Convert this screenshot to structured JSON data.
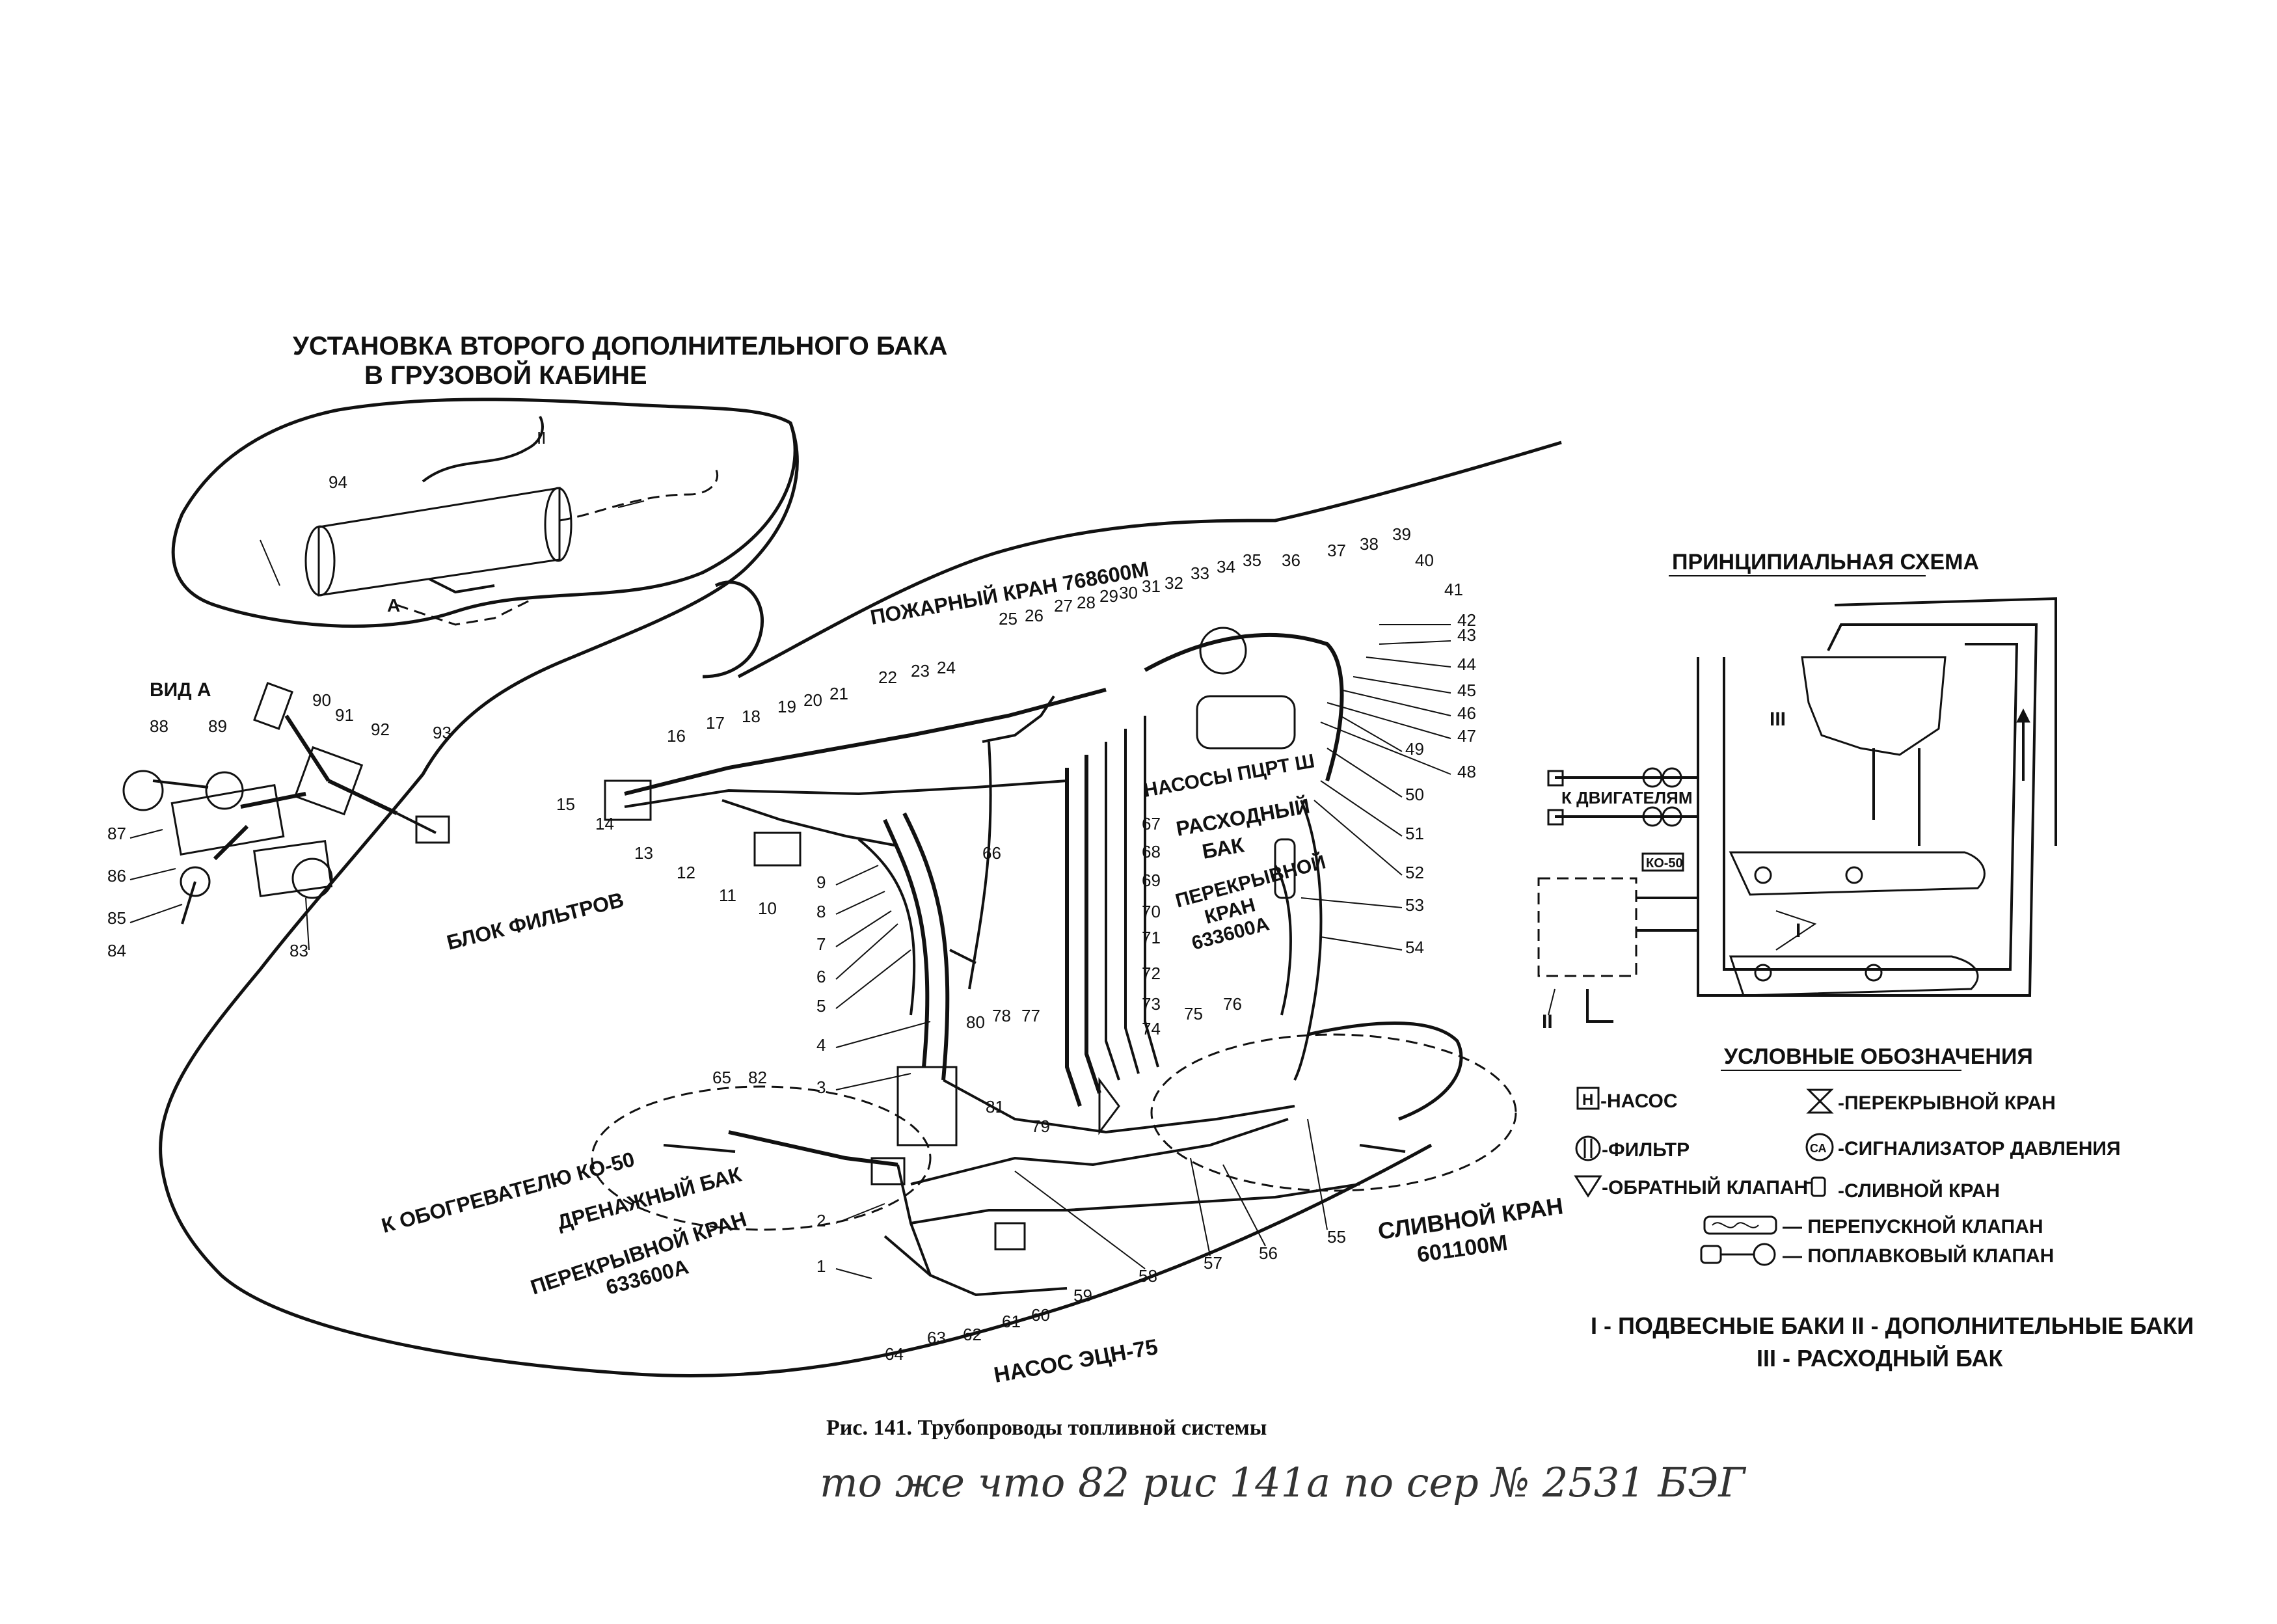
{
  "titles": {
    "install_line1": "УСТАНОВКА ВТОРОГО ДОПОЛНИТЕЛЬНОГО БАКА",
    "install_line2": "В ГРУЗОВОЙ КАБИНЕ",
    "view_a": "ВИД А",
    "principal_scheme": "ПРИНЦИПИАЛЬНАЯ СХЕМА",
    "legend_title": "УСЛОВНЫЕ ОБОЗНАЧЕНИЯ"
  },
  "labels": {
    "fire_valve": "ПОЖАРНЫЙ КРАН 768600М",
    "filter_block": "БЛОК ФИЛЬТРОВ",
    "pumps": "НАСОСЫ ПЦРТ Ш",
    "service_tank_line1": "РАСХОДНЫЙ",
    "service_tank_line2": "БАК",
    "shutoff_right_line1": "ПЕРЕКРЫВНОЙ",
    "shutoff_right_line2": "КРАН",
    "shutoff_right_line3": "633600А",
    "to_heater": "К ОБОГРЕВАТЕЛЮ КО-50",
    "drain_tank": "ДРЕНАЖНЫЙ БАК",
    "shutoff_left_line1": "ПЕРЕКРЫВНОЙ КРАН",
    "shutoff_left_line2": "633600А",
    "drain_valve_line1": "СЛИВНОЙ КРАН",
    "drain_valve_line2": "601100М",
    "pump_ecn": "НАСОС ЭЦН-75",
    "small_a": "А",
    "small_ii": "II"
  },
  "scheme": {
    "to_engines": "К ДВИГАТЕЛЯМ",
    "ko50": "КО-50",
    "roman_i": "I",
    "roman_ii": "II",
    "roman_iii": "III"
  },
  "legend": {
    "pump": "-НАСОС",
    "filter": "-ФИЛЬТР",
    "check_valve": "-ОБРАТНЫЙ КЛАПАН",
    "shutoff_valve": "-ПЕРЕКРЫВНОЙ КРАН",
    "pressure_signal": "-СИГНАЛИЗАТОР ДАВЛЕНИЯ",
    "drain_valve": "-СЛИВНОЙ КРАН",
    "bypass_valve": "— ПЕРЕПУСКНОЙ КЛАПАН",
    "float_valve": "— ПОПЛАВКОВЫЙ КЛАПАН",
    "pump_symbol": "Н",
    "signal_symbol": "СА"
  },
  "tank_legend": {
    "line1": "I - ПОДВЕСНЫЕ БАКИ   II - ДОПОЛНИТЕЛЬНЫЕ БАКИ",
    "line2": "III - РАСХОДНЫЙ БАК"
  },
  "caption": "Рис. 141. Трубопроводы топливной системы",
  "handwritten": "то же что 82 рис 141а по сер № 2531 БЭГ",
  "callouts": [
    "1",
    "2",
    "3",
    "4",
    "5",
    "6",
    "7",
    "8",
    "9",
    "10",
    "11",
    "12",
    "13",
    "14",
    "15",
    "16",
    "17",
    "18",
    "19",
    "20",
    "21",
    "22",
    "23",
    "24",
    "25",
    "26",
    "27",
    "28",
    "29",
    "30",
    "31",
    "32",
    "33",
    "34",
    "35",
    "36",
    "37",
    "38",
    "39",
    "40",
    "41",
    "42",
    "43",
    "44",
    "45",
    "46",
    "47",
    "48",
    "49",
    "50",
    "51",
    "52",
    "53",
    "54",
    "55",
    "56",
    "57",
    "58",
    "59",
    "60",
    "61",
    "62",
    "63",
    "64",
    "65",
    "66",
    "67",
    "68",
    "69",
    "70",
    "71",
    "72",
    "73",
    "74",
    "75",
    "76",
    "77",
    "78",
    "79",
    "80",
    "81",
    "82",
    "83",
    "84",
    "85",
    "86",
    "87",
    "88",
    "89",
    "90",
    "91",
    "92",
    "93",
    "94"
  ]
}
